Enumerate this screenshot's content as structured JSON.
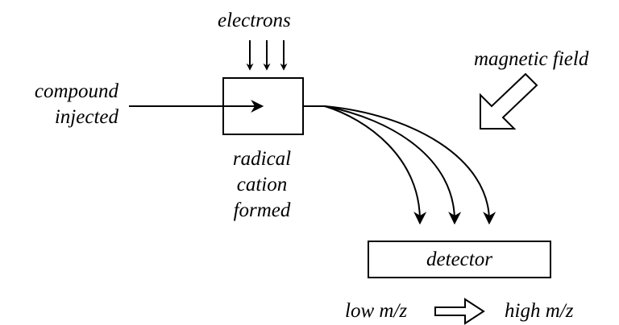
{
  "labels": {
    "electrons": "electrons",
    "compound_line1": "compound",
    "compound_line2": "injected",
    "magnetic_field": "magnetic field",
    "radical_line1": "radical",
    "radical_line2": "cation",
    "radical_line3": "formed",
    "detector": "detector",
    "low_mz": "low m/z",
    "high_mz": "high m/z"
  },
  "colors": {
    "ink": "#000000",
    "background": "#ffffff"
  }
}
